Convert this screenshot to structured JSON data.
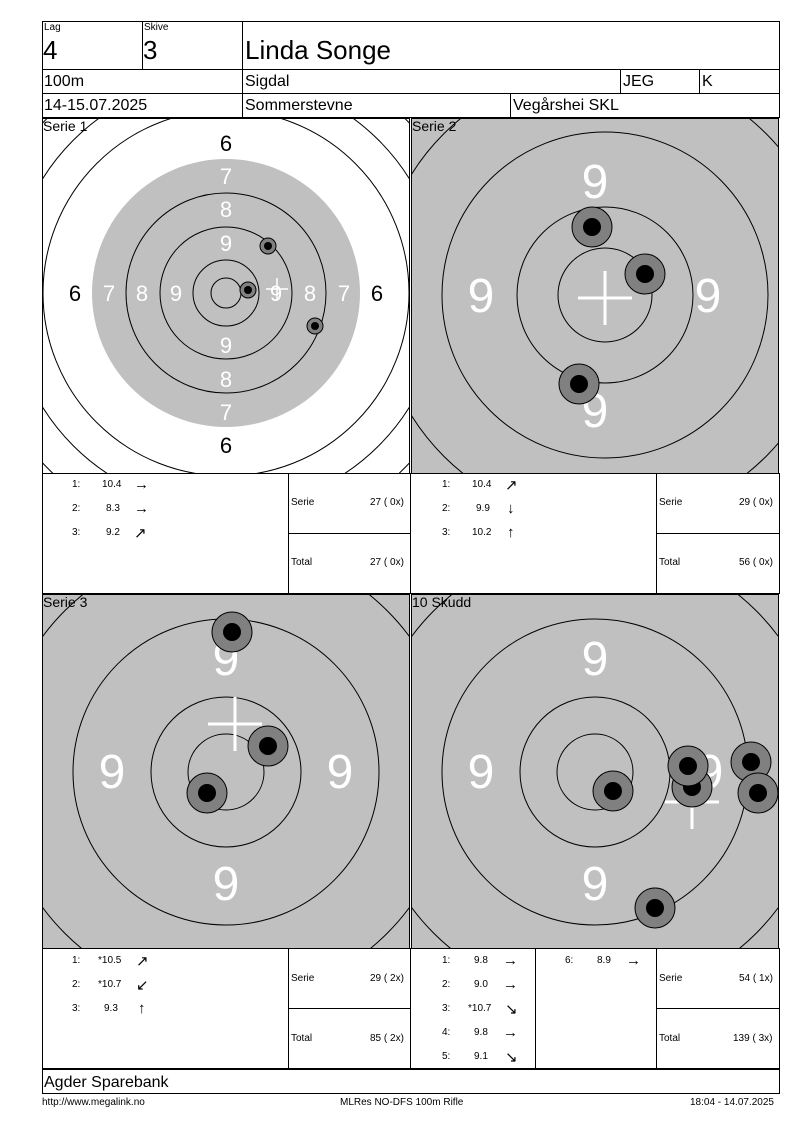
{
  "header": {
    "lag_label": "Lag",
    "lag_value": "4",
    "skive_label": "Skive",
    "skive_value": "3",
    "shooter_name": "Linda Songe",
    "distance": "100m",
    "club": "Sigdal",
    "class": "JEG",
    "category": "K",
    "date": "14-15.07.2025",
    "event": "Sommerstevne",
    "venue": "Vegårshei SKL"
  },
  "panels": [
    {
      "title": "Serie 1",
      "shots": [
        {
          "n": "1:",
          "score": "10.4",
          "dir": "→"
        },
        {
          "n": "2:",
          "score": "8.3",
          "dir": "→"
        },
        {
          "n": "3:",
          "score": "9.2",
          "dir": "↗"
        }
      ],
      "serie_label": "Serie",
      "serie_value": "27 ( 0x)",
      "total_label": "Total",
      "total_value": "27 ( 0x)"
    },
    {
      "title": "Serie 2",
      "shots": [
        {
          "n": "1:",
          "score": "10.4",
          "dir": "↗"
        },
        {
          "n": "2:",
          "score": "9.9",
          "dir": "↓"
        },
        {
          "n": "3:",
          "score": "10.2",
          "dir": "↑"
        }
      ],
      "serie_label": "Serie",
      "serie_value": "29 ( 0x)",
      "total_label": "Total",
      "total_value": "56 ( 0x)"
    },
    {
      "title": "Serie 3",
      "shots": [
        {
          "n": "1:",
          "score": "*10.5",
          "dir": "↗"
        },
        {
          "n": "2:",
          "score": "*10.7",
          "dir": "↙"
        },
        {
          "n": "3:",
          "score": "9.3",
          "dir": "↑"
        }
      ],
      "serie_label": "Serie",
      "serie_value": "29 ( 2x)",
      "total_label": "Total",
      "total_value": "85 ( 2x)"
    },
    {
      "title": "10 Skudd",
      "shots": [
        {
          "n": "1:",
          "score": "9.8",
          "dir": "→"
        },
        {
          "n": "2:",
          "score": "9.0",
          "dir": "→"
        },
        {
          "n": "3:",
          "score": "*10.7",
          "dir": "↘"
        },
        {
          "n": "4:",
          "score": "9.8",
          "dir": "→"
        },
        {
          "n": "5:",
          "score": "9.1",
          "dir": "↘"
        }
      ],
      "shots_col2": [
        {
          "n": "6:",
          "score": "8.9",
          "dir": "→"
        }
      ],
      "serie_label": "Serie",
      "serie_value": "54 ( 1x)",
      "total_label": "Total",
      "total_value": "139 ( 3x)"
    }
  ],
  "footer": {
    "sponsor": "Agder Sparebank",
    "url": "http://www.megalink.no",
    "program": "MLRes NO-DFS 100m Rifle",
    "timestamp": "18:04 - 14.07.2025"
  },
  "colors": {
    "target_gray": "#c0c0c0",
    "shot_ring": "#808080",
    "shot_core": "#000000"
  },
  "target_labels": {
    "serie1": {
      "top": [
        "6",
        "7",
        "8",
        "9"
      ],
      "left": [
        "6",
        "7",
        "8",
        "9"
      ],
      "right": [
        "9",
        "8",
        "7",
        "6"
      ],
      "bottom": [
        "9",
        "8",
        "7",
        "6"
      ]
    },
    "zoom": "9"
  }
}
